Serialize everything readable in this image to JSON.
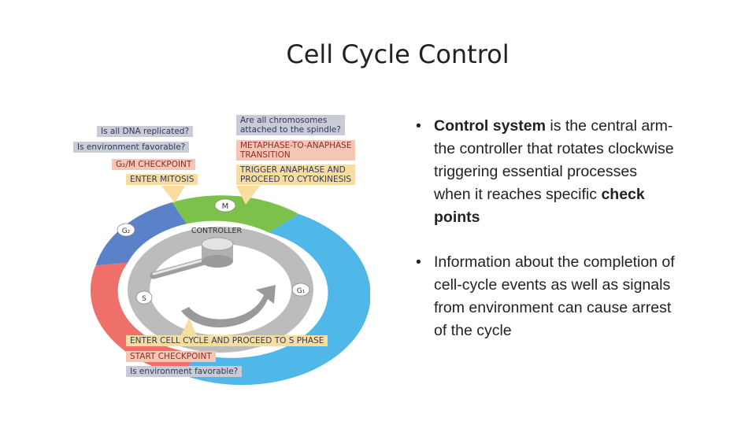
{
  "title": "Cell Cycle Control",
  "diagram": {
    "labels": {
      "dna_q": "Is all DNA replicated?",
      "env_q_top": "Is environment favorable?",
      "g2m_checkpoint": "G₂/M CHECKPOINT",
      "enter_mitosis": "ENTER MITOSIS",
      "chrom_q_line1": "Are all chromosomes",
      "chrom_q_line2": "attached to the spindle?",
      "meta_line1": "METAPHASE-TO-ANAPHASE",
      "meta_line2": "TRANSITION",
      "trigger_line1": "TRIGGER ANAPHASE AND",
      "trigger_line2": "PROCEED TO CYTOKINESIS",
      "enter_cycle": "ENTER CELL CYCLE AND PROCEED TO S PHASE",
      "start_checkpoint": "START CHECKPOINT",
      "env_q_bottom": "Is environment favorable?"
    },
    "phases": {
      "m": "M",
      "g1": "G₁",
      "s": "S",
      "g2": "G₂"
    },
    "controller": "CONTROLLER",
    "colors": {
      "m": "#7cc24a",
      "g1": "#4fb8e8",
      "s": "#ef6f6a",
      "g2": "#5b82c8",
      "inner": "#bcbcbc"
    }
  },
  "bullets": [
    {
      "pre": "",
      "bold1": "Control system",
      "mid": " is the central arm- the controller that rotates clockwise triggering essential processes when it reaches specific ",
      "bold2": "check points",
      "post": ""
    },
    {
      "pre": "Information about the completion of cell-cycle events as well as signals from environment can cause arrest of the cycle",
      "bold1": "",
      "mid": "",
      "bold2": "",
      "post": ""
    }
  ]
}
